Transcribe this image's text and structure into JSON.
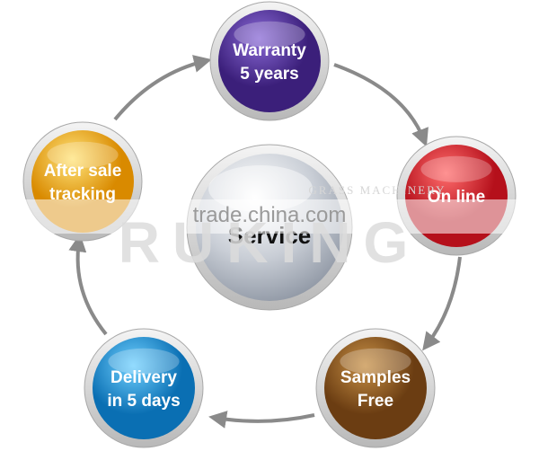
{
  "center": {
    "label": "Service"
  },
  "nodes": [
    {
      "id": "warranty",
      "lines": [
        "Warranty",
        "5 years"
      ],
      "color": "#3b1f7a",
      "highlight": "#8a6ad6"
    },
    {
      "id": "online",
      "lines": [
        "On line"
      ],
      "color": "#b5101b",
      "highlight": "#ff6d6d"
    },
    {
      "id": "samples",
      "lines": [
        "Samples",
        "Free"
      ],
      "color": "#6b3d12",
      "highlight": "#c79046"
    },
    {
      "id": "delivery",
      "lines": [
        "Delivery",
        "in 5 days"
      ],
      "color": "#0a6fb3",
      "highlight": "#6fd0ff"
    },
    {
      "id": "after-sale",
      "lines": [
        "After sale",
        "tracking"
      ],
      "color": "#d98a00",
      "highlight": "#ffe37a"
    }
  ],
  "overlay": {
    "brand_text": "RUKING",
    "sub_text": "GRASS MACHINERY",
    "watermark": "trade.china.com"
  },
  "colors": {
    "arrow": "#8a8a8a",
    "ring": "#d4d4d4",
    "center_fill": "#c9ced6"
  }
}
